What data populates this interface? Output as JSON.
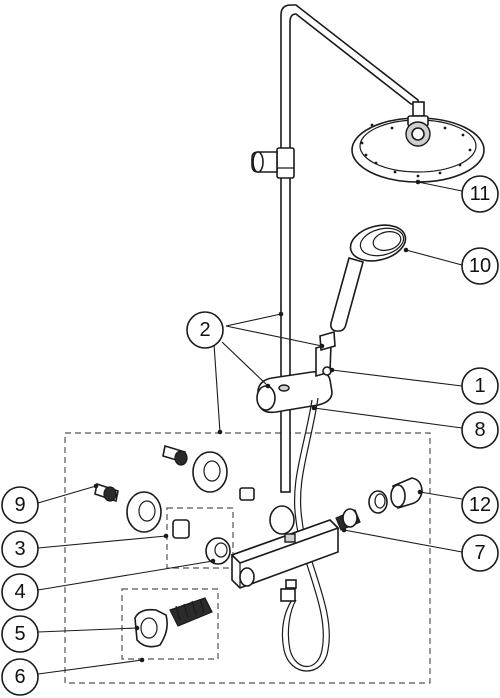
{
  "diagram": {
    "callouts": [
      {
        "id": "c1",
        "label": "1"
      },
      {
        "id": "c2",
        "label": "2"
      },
      {
        "id": "c3",
        "label": "3"
      },
      {
        "id": "c4",
        "label": "4"
      },
      {
        "id": "c5",
        "label": "5"
      },
      {
        "id": "c6",
        "label": "6"
      },
      {
        "id": "c7",
        "label": "7"
      },
      {
        "id": "c8",
        "label": "8"
      },
      {
        "id": "c9",
        "label": "9"
      },
      {
        "id": "c10",
        "label": "10"
      },
      {
        "id": "c11",
        "label": "11"
      },
      {
        "id": "c12",
        "label": "12"
      }
    ]
  }
}
